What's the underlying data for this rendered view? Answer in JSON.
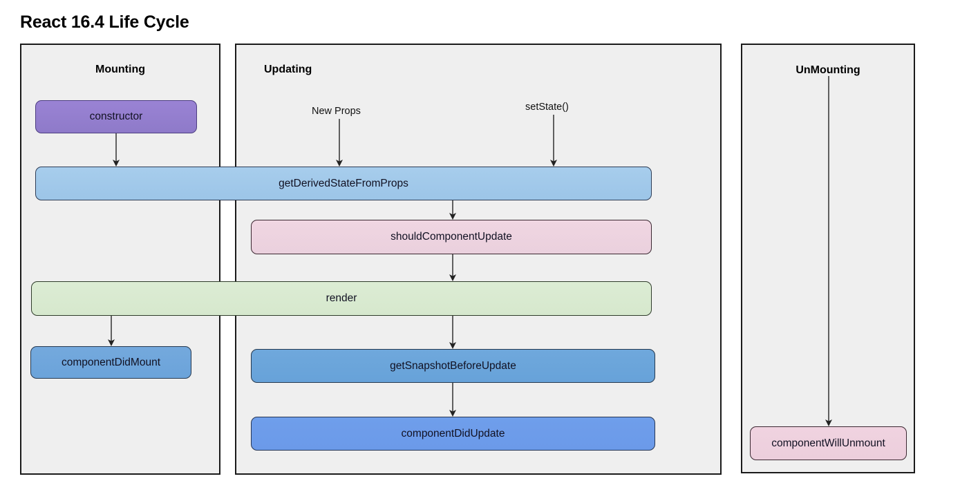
{
  "page": {
    "title": "React 16.4 Life Cycle"
  },
  "phases": [
    {
      "id": "mounting",
      "title": "Mounting",
      "nodes": [
        {
          "id": "constructor",
          "label": "constructor",
          "color": "#8e7ac9"
        },
        {
          "id": "componentDidMount",
          "label": "componentDidMount",
          "color": "#6ba3da"
        }
      ]
    },
    {
      "id": "updating",
      "title": "Updating",
      "triggers": [
        {
          "id": "new-props",
          "label": "New Props"
        },
        {
          "id": "set-state",
          "label": "setState()"
        }
      ],
      "nodes": [
        {
          "id": "shouldComponentUpdate",
          "label": "shouldComponentUpdate",
          "color": "#ead0dd"
        },
        {
          "id": "getSnapshotBeforeUpdate",
          "label": "getSnapshotBeforeUpdate",
          "color": "#67a2d9"
        },
        {
          "id": "componentDidUpdate",
          "label": "componentDidUpdate",
          "color": "#6b9ae9"
        }
      ]
    },
    {
      "id": "unmounting",
      "title": "UnMounting",
      "nodes": [
        {
          "id": "componentWillUnmount",
          "label": "componentWillUnmount",
          "color": "#eccedc"
        }
      ]
    }
  ],
  "shared_nodes": [
    {
      "id": "getDerivedStateFromProps",
      "label": "getDerivedStateFromProps",
      "color": "#9cc5e8"
    },
    {
      "id": "render",
      "label": "render",
      "color": "#d6e8cd"
    }
  ],
  "colors": {
    "panel_background": "#efefef",
    "panel_border": "#1a1a1a",
    "canvas_background": "#ffffff",
    "arrow": "#222222",
    "text": "#111111"
  }
}
